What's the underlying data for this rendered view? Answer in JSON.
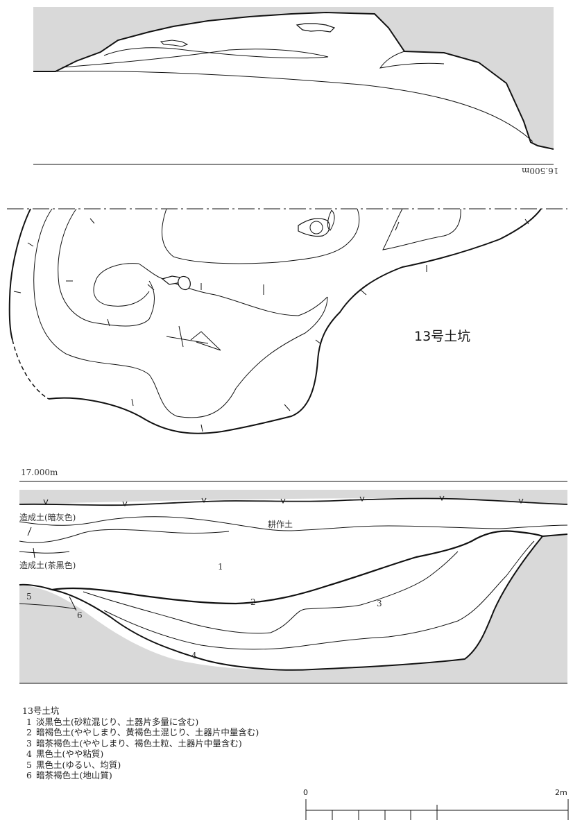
{
  "sections": {
    "upper_elevation": "16.500m",
    "lower_elevation": "17.000m"
  },
  "plan": {
    "title": "13号土坑"
  },
  "section_labels": {
    "fill_gray": "造成土(暗灰色)",
    "fill_brown_black": "造成土(茶黒色)",
    "plow_soil": "耕作土",
    "layer_1": "1",
    "layer_2": "2",
    "layer_3": "3",
    "layer_4": "4",
    "layer_5": "5",
    "layer_6": "6"
  },
  "legend": {
    "title": "13号土坑",
    "items": [
      {
        "num": "1",
        "text": "淡黒色土(砂粒混じり、土器片多量に含む)"
      },
      {
        "num": "2",
        "text": "暗褐色土(ややしまり、黄褐色土混じり、土器片中量含む)"
      },
      {
        "num": "3",
        "text": "暗茶褐色土(ややしまり、褐色土粒、土器片中量含む)"
      },
      {
        "num": "4",
        "text": "黒色土(やや粘質)"
      },
      {
        "num": "5",
        "text": "黒色土(ゆるい、均質)"
      },
      {
        "num": "6",
        "text": "暗茶褐色土(地山質)"
      }
    ]
  },
  "scale": {
    "start": "0",
    "end": "2m"
  },
  "colors": {
    "ground": "#d9d9d9",
    "line": "#111111"
  }
}
